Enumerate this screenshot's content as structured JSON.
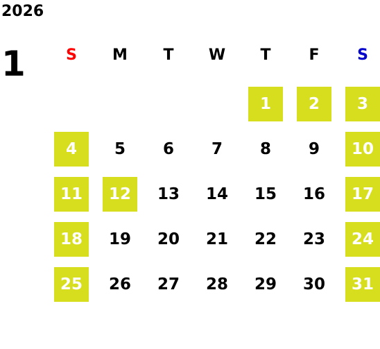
{
  "year": "2026",
  "month": "1",
  "colors": {
    "highlight": "#d6de1e",
    "sunday": "#ff0000",
    "saturday": "#0000cc",
    "text": "#000000"
  },
  "weekdays": [
    {
      "label": "S",
      "color": "#ff0000"
    },
    {
      "label": "M",
      "color": "#000000"
    },
    {
      "label": "T",
      "color": "#000000"
    },
    {
      "label": "W",
      "color": "#000000"
    },
    {
      "label": "T",
      "color": "#000000"
    },
    {
      "label": "F",
      "color": "#000000"
    },
    {
      "label": "S",
      "color": "#0000cc"
    }
  ],
  "weeks": [
    [
      {
        "day": "",
        "highlight": false
      },
      {
        "day": "",
        "highlight": false
      },
      {
        "day": "",
        "highlight": false
      },
      {
        "day": "",
        "highlight": false
      },
      {
        "day": "1",
        "highlight": true
      },
      {
        "day": "2",
        "highlight": true
      },
      {
        "day": "3",
        "highlight": true
      }
    ],
    [
      {
        "day": "4",
        "highlight": true
      },
      {
        "day": "5",
        "highlight": false
      },
      {
        "day": "6",
        "highlight": false
      },
      {
        "day": "7",
        "highlight": false
      },
      {
        "day": "8",
        "highlight": false
      },
      {
        "day": "9",
        "highlight": false
      },
      {
        "day": "10",
        "highlight": true
      }
    ],
    [
      {
        "day": "11",
        "highlight": true
      },
      {
        "day": "12",
        "highlight": true
      },
      {
        "day": "13",
        "highlight": false
      },
      {
        "day": "14",
        "highlight": false
      },
      {
        "day": "15",
        "highlight": false
      },
      {
        "day": "16",
        "highlight": false
      },
      {
        "day": "17",
        "highlight": true
      }
    ],
    [
      {
        "day": "18",
        "highlight": true
      },
      {
        "day": "19",
        "highlight": false
      },
      {
        "day": "20",
        "highlight": false
      },
      {
        "day": "21",
        "highlight": false
      },
      {
        "day": "22",
        "highlight": false
      },
      {
        "day": "23",
        "highlight": false
      },
      {
        "day": "24",
        "highlight": true
      }
    ],
    [
      {
        "day": "25",
        "highlight": true
      },
      {
        "day": "26",
        "highlight": false
      },
      {
        "day": "27",
        "highlight": false
      },
      {
        "day": "28",
        "highlight": false
      },
      {
        "day": "29",
        "highlight": false
      },
      {
        "day": "30",
        "highlight": false
      },
      {
        "day": "31",
        "highlight": true
      }
    ]
  ]
}
